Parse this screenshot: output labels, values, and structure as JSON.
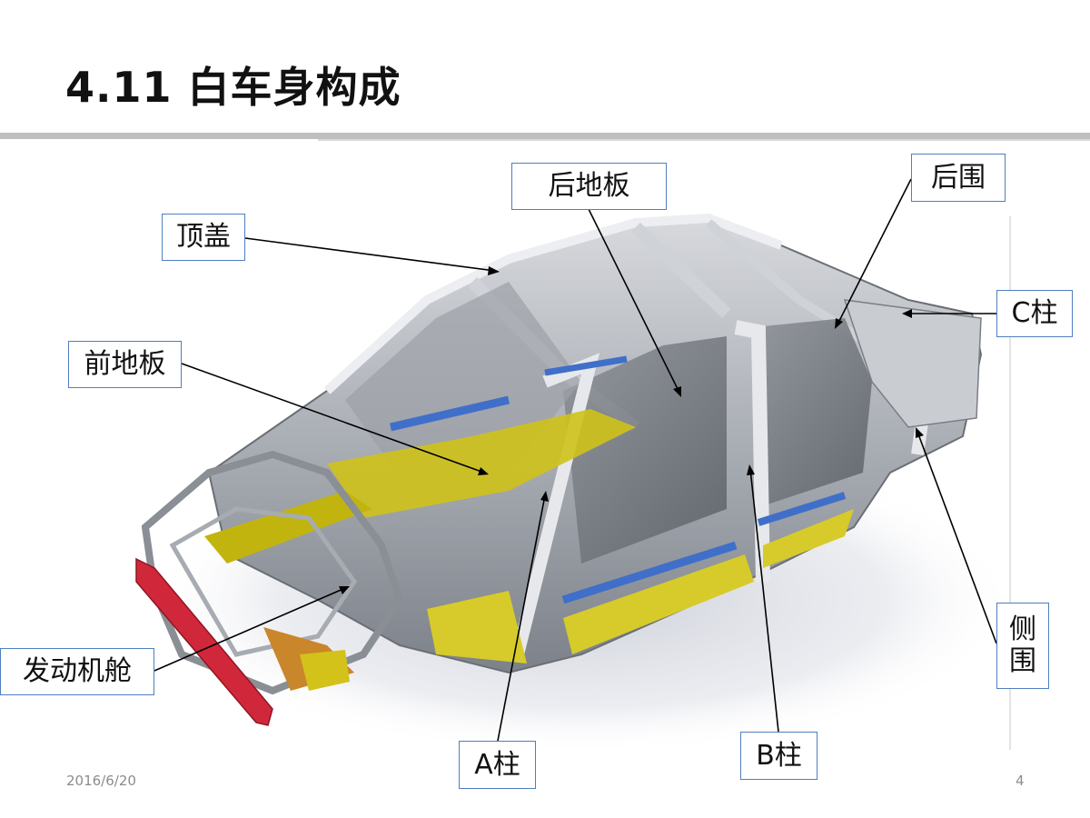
{
  "slide": {
    "title": "4.11  白车身构成",
    "date": "2016/6/20",
    "page_number": "4"
  },
  "labels": {
    "roof": "顶盖",
    "rear_floor": "后地板",
    "rear_panel": "后围",
    "c_pillar": "C柱",
    "front_floor": "前地板",
    "engine_bay": "发动机舱",
    "a_pillar": "A柱",
    "b_pillar": "B柱",
    "side_panel_top": "侧",
    "side_panel_bottom": "围"
  },
  "colors": {
    "label_border": "#4f7fbf",
    "body_silver": "#b9bcc2",
    "floor_yellow": "#cfc21a",
    "beam_blue": "#3f6fc9",
    "bumper_red": "#d0283a",
    "bracket_orange": "#c9862a"
  }
}
